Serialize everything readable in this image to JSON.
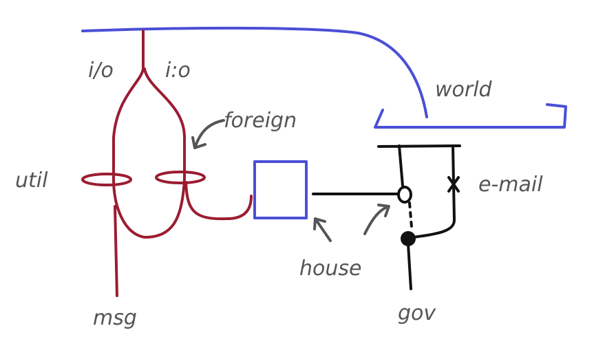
{
  "labels": {
    "io_left": "i/o",
    "io_right": "i:o",
    "util": "util",
    "foreign": "foreign",
    "world": "world",
    "email": "e-mail",
    "house": "house",
    "gov": "gov",
    "msg": "msg"
  },
  "colors": {
    "red": "#9b1c31",
    "blue": "#4a4fd6",
    "black": "#111111",
    "text": "#555555"
  }
}
